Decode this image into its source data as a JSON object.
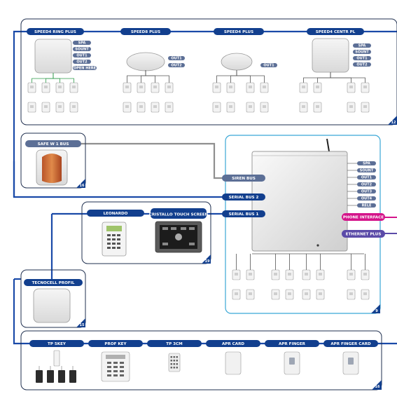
{
  "colors": {
    "bus_line": "#1a4aa8",
    "pill_fill": "#123f8e",
    "aux_pill_fill": "#5c6f96",
    "frame_stroke": "#1f2f4f",
    "main_frame_stroke": "#39a7d6",
    "grey_link": "#8f8f8f",
    "magenta": "#d4148a",
    "purple_pill": "#5b4ba8"
  },
  "modules": [
    {
      "label": "SPEED4 RING PLUS",
      "outputs": [
        "SPA",
        "SOUNT",
        "OUT1",
        "OUT2",
        "OPEN HERE"
      ]
    },
    {
      "label": "SPEED8 PLUS",
      "outputs": [
        "OUT1",
        "OUT2"
      ]
    },
    {
      "label": "SPEED4 PLUS",
      "outputs": [
        "OUT1"
      ]
    },
    {
      "label": "SPEED4 CENTR PL",
      "outputs": [
        "SPA",
        "SOUNT",
        "OUT1",
        "OUT2"
      ]
    }
  ],
  "siren": {
    "label": "SAFE W 1 BUS"
  },
  "bus_labels": [
    "SIREN BUS",
    "SERIAL BUS 2",
    "SERIAL BUS 1"
  ],
  "keypads": [
    {
      "label": "LEONARDO"
    },
    {
      "label": "CRISTALLO TOUCH SCREEN"
    }
  ],
  "main_outputs": [
    "SPA",
    "SOUNT",
    "OUT1",
    "OUT2",
    "OUT3",
    "OUT4",
    "RELE"
  ],
  "interfaces": [
    {
      "label": "PHONE INTERFACE"
    },
    {
      "label": "ETHERNET PLUS"
    }
  ],
  "expansion": {
    "label": "TECNOCELL PROFIL"
  },
  "readers": [
    "TP 5KEY",
    "PROF KEY",
    "TP 3CM",
    "APR CARD",
    "APR FINGER",
    "APR FINGER CARD"
  ],
  "page_numbers": [
    "16",
    "19",
    "15",
    "9",
    "12",
    "16"
  ]
}
